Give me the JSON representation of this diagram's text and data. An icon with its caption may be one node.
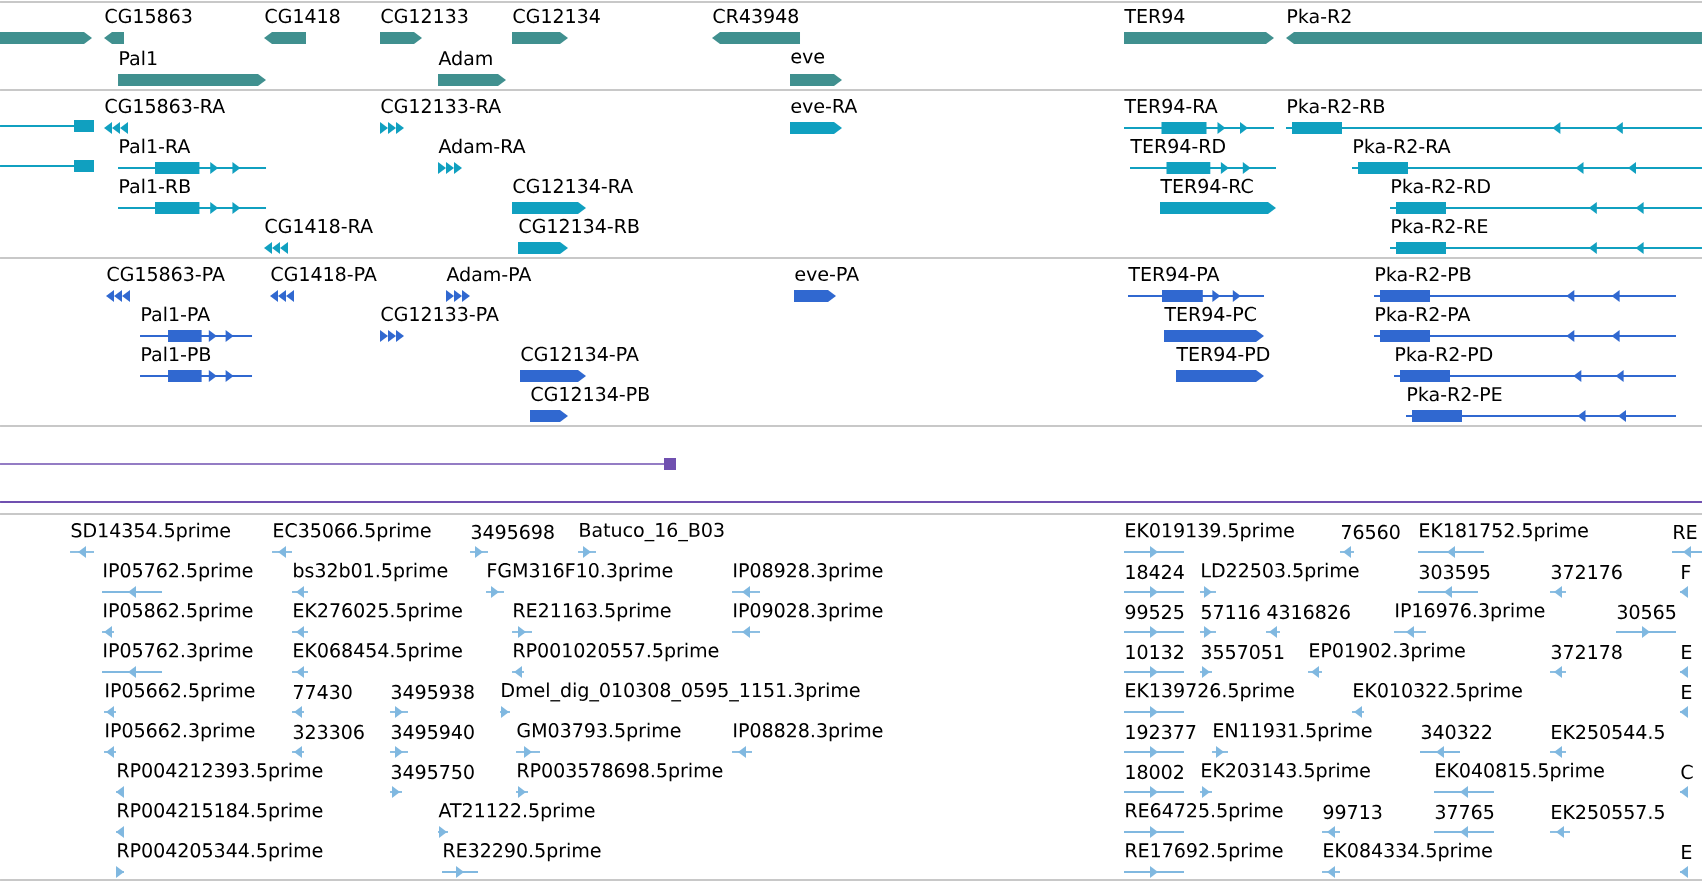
{
  "diagram": {
    "labels": [
      "CG15863",
      "CG1418",
      "CG12133",
      "CG12134",
      "CR43948",
      "TER94",
      "Pka-R2",
      "Pal1",
      "Adam",
      "eve",
      "CG15863-RA",
      "CG12133-RA",
      "eve-RA",
      "TER94-RA",
      "Pka-R2-RB",
      "Pal1-RA",
      "Adam-RA",
      "TER94-RD",
      "Pka-R2-RA",
      "Pal1-RB",
      "CG12134-RA",
      "TER94-RC",
      "Pka-R2-RD",
      "CG1418-RA",
      "CG12134-RB",
      "Pka-R2-RE",
      "CG15863-PA",
      "CG1418-PA",
      "Adam-PA",
      "eve-PA",
      "TER94-PA",
      "Pka-R2-PB",
      "Pal1-PA",
      "CG12133-PA",
      "TER94-PC",
      "Pka-R2-PA",
      "Pal1-PB",
      "CG12134-PA",
      "TER94-PD",
      "Pka-R2-PD",
      "CG12134-PB",
      "Pka-R2-PE",
      "SD14354.5prime",
      "EC35066.5prime",
      "3495698",
      "Batuco_16_B03",
      "EK019139.5prime",
      "76560",
      "EK181752.5prime",
      "RE",
      "IP05762.5prime",
      "bs32b01.5prime",
      "FGM316F10.3prime",
      "IP08928.3prime",
      "18424",
      "LD22503.5prime",
      "303595",
      "372176",
      "F",
      "IP05862.5prime",
      "EK276025.5prime",
      "RE21163.5prime",
      "IP09028.3prime",
      "99525",
      "57116",
      "4316826",
      "IP16976.3prime",
      "30565",
      "IP05762.3prime",
      "EK068454.5prime",
      "RP001020557.5prime",
      "10132",
      "3557051",
      "EP01902.3prime",
      "372178",
      "E",
      "IP05662.5prime",
      "77430",
      "3495938",
      "Dmel_dig_010308_0595_1151.3prime",
      "EK139726.5prime",
      "EK010322.5prime",
      "E",
      "IP05662.3prime",
      "323306",
      "3495940",
      "GM03793.5prime",
      "IP08828.3prime",
      "192377",
      "EN11931.5prime",
      "340322",
      "EK250544.5",
      "RP004212393.5prime",
      "3495750",
      "RP003578698.5prime",
      "18002",
      "EK203143.5prime",
      "EK040815.5prime",
      "C",
      "RP004215184.5prime",
      "AT21122.5prime",
      "RE64725.5prime",
      "99713",
      "37765",
      "EK250557.5",
      "RP004205344.5prime",
      "RE32290.5prime",
      "RE17692.5prime",
      "EK084334.5prime",
      "E"
    ]
  }
}
